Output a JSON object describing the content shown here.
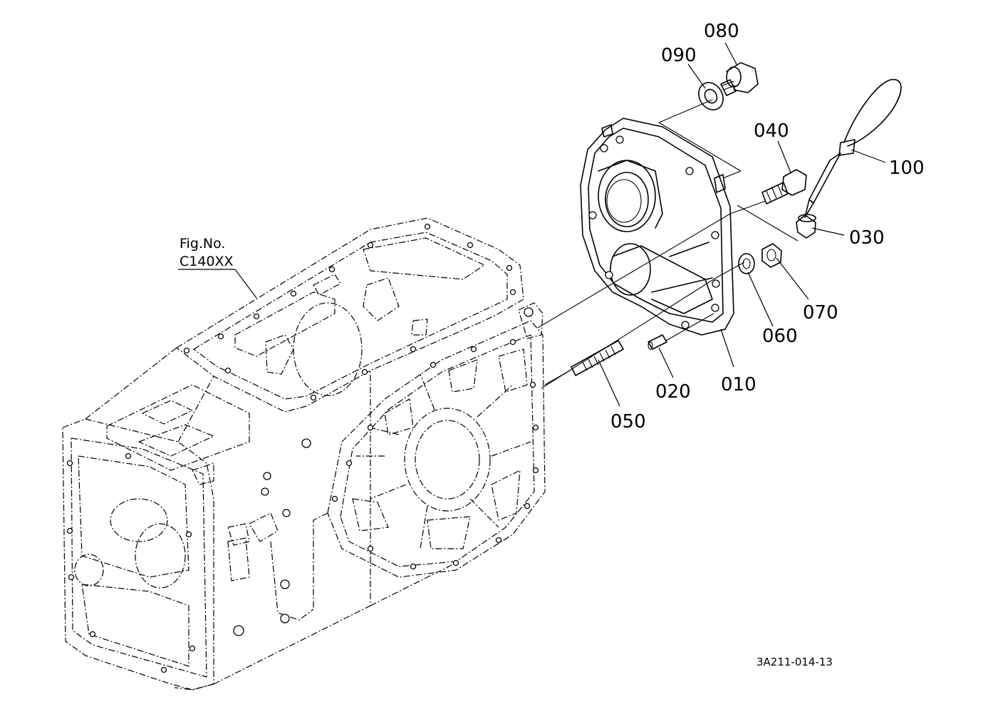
{
  "figure_ref": {
    "line1": "Fig.No.",
    "line2": "C140XX"
  },
  "drawing_code": "3A211-014-13",
  "parts": [
    {
      "id": "p010",
      "number": "010"
    },
    {
      "id": "p020",
      "number": "020"
    },
    {
      "id": "p030",
      "number": "030"
    },
    {
      "id": "p040",
      "number": "040"
    },
    {
      "id": "p050",
      "number": "050"
    },
    {
      "id": "p060",
      "number": "060"
    },
    {
      "id": "p070",
      "number": "070"
    },
    {
      "id": "p080",
      "number": "080"
    },
    {
      "id": "p090",
      "number": "090"
    },
    {
      "id": "p100",
      "number": "100"
    }
  ]
}
